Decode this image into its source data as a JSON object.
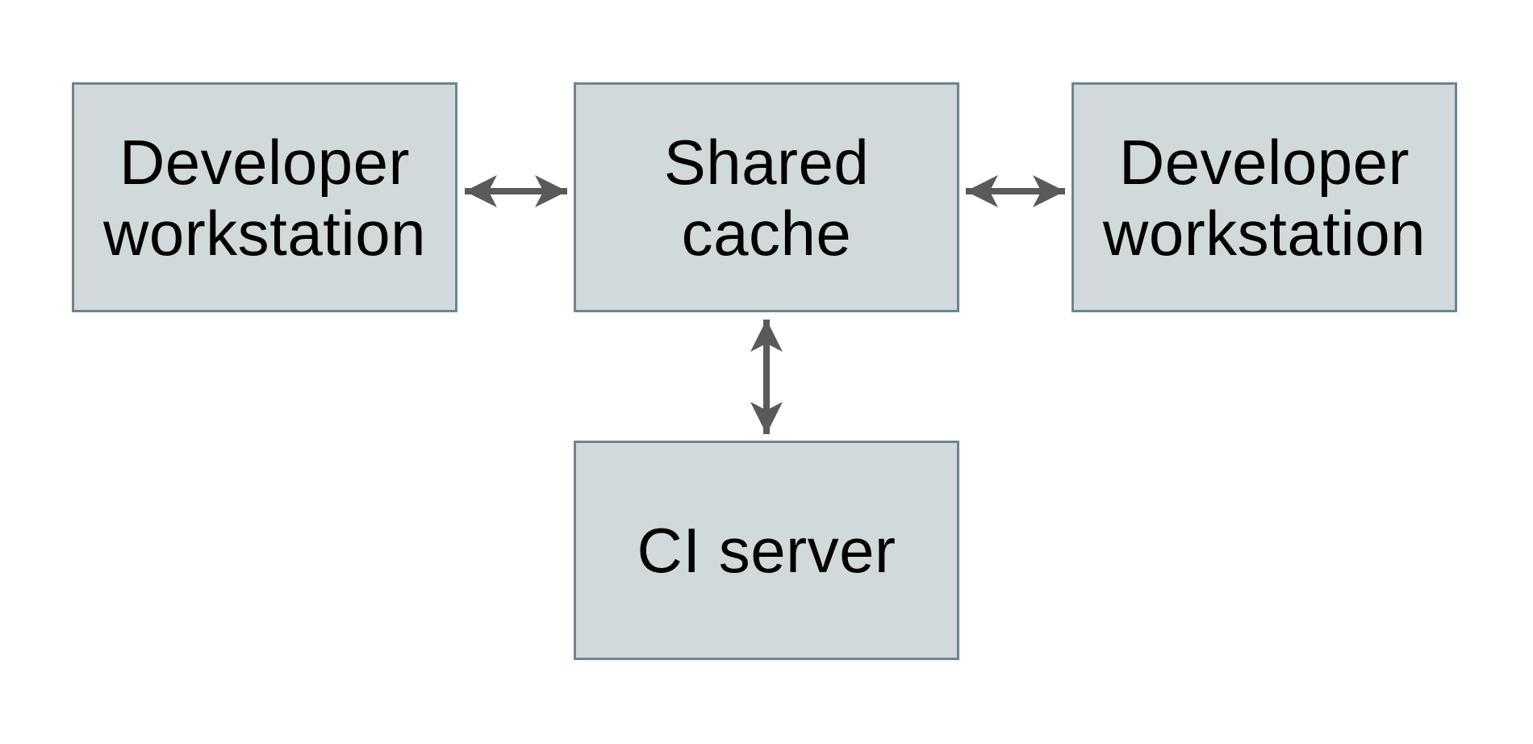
{
  "colors": {
    "background": "#ffffff",
    "node_fill": "#d2d9db",
    "node_border": "#6d8593",
    "arrow": "#5a5a5a",
    "text": "#000000"
  },
  "nodes": [
    {
      "id": "developer-workstation-left",
      "label": "Developer workstation"
    },
    {
      "id": "shared-cache",
      "label": "Shared cache"
    },
    {
      "id": "developer-workstation-right",
      "label": "Developer workstation"
    },
    {
      "id": "ci-server",
      "label": "CI server"
    }
  ],
  "edges": [
    {
      "from": "developer-workstation-left",
      "to": "shared-cache",
      "direction": "bidirectional"
    },
    {
      "from": "shared-cache",
      "to": "developer-workstation-right",
      "direction": "bidirectional"
    },
    {
      "from": "shared-cache",
      "to": "ci-server",
      "direction": "bidirectional"
    }
  ]
}
